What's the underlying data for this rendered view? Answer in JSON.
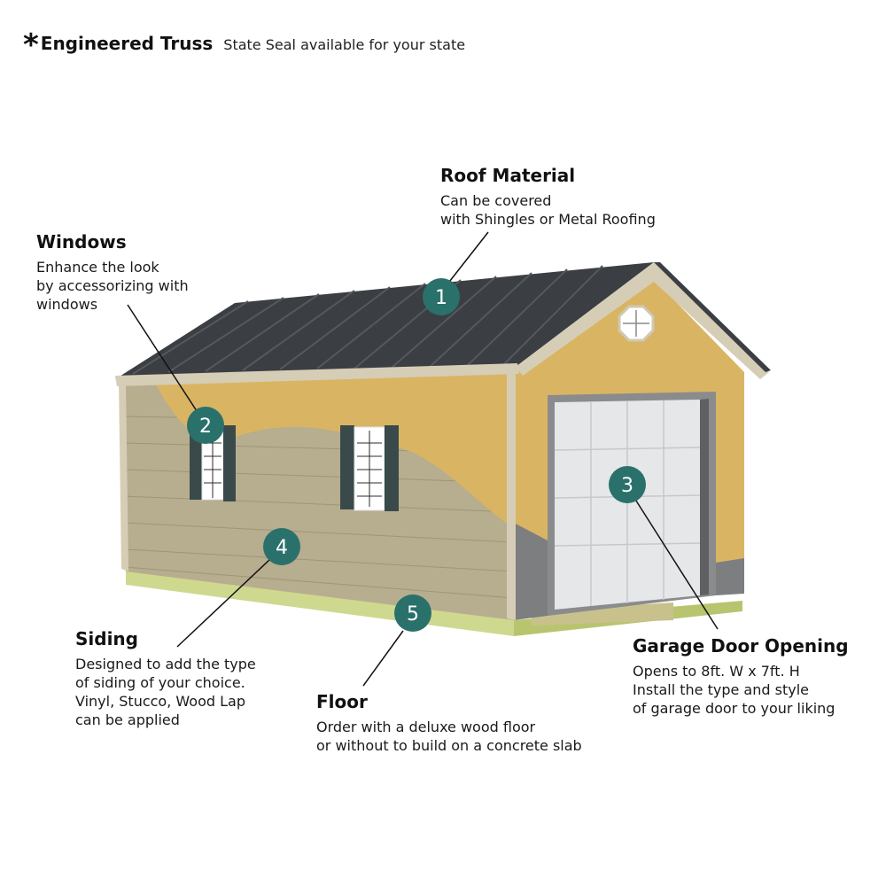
{
  "header": {
    "asterisk": "*",
    "title": "Engineered Truss",
    "subtitle": "State Seal available for your state"
  },
  "callouts": [
    {
      "number": "1",
      "title": "Roof Material",
      "lines": [
        "Can be covered",
        "with Shingles or Metal Roofing"
      ]
    },
    {
      "number": "2",
      "title": "Windows",
      "lines": [
        "Enhance the look",
        "by accessorizing with",
        "windows"
      ]
    },
    {
      "number": "3",
      "title": "Garage Door Opening",
      "lines": [
        "Opens to 8ft. W x 7ft. H",
        "Install the type and style",
        "of garage door to your liking"
      ]
    },
    {
      "number": "4",
      "title": "Siding",
      "lines": [
        "Designed to add the type",
        "of siding of your choice.",
        "Vinyl, Stucco, Wood Lap",
        "can be applied"
      ]
    },
    {
      "number": "5",
      "title": "Floor",
      "lines": [
        "Order with a deluxe wood floor",
        "or without to build on a concrete slab"
      ]
    }
  ],
  "colors": {
    "badge": "#2a716b",
    "roof": "#3b3e42",
    "siding": "#b7ad8f",
    "osb": "#d9b563",
    "trim": "#d6cdb6",
    "door": "#e6e7e9",
    "floor": "#cfd88f"
  }
}
